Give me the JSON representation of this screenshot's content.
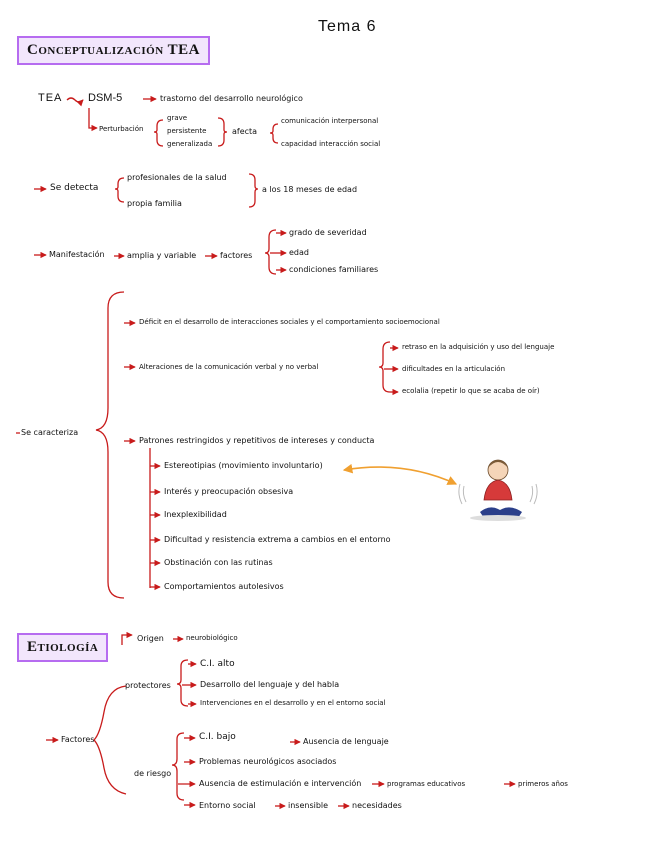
{
  "title": "Tema 6",
  "section1": {
    "heading": "Conceptualización TEA",
    "tea": "TEA",
    "dsm": "DSM-5",
    "trastorno": "trastorno del desarrollo neurológico",
    "perturbacion": "Perturbación",
    "perturbacion_items": [
      "grave",
      "persistente",
      "generalizada"
    ],
    "afecta": "afecta",
    "afecta_items": [
      "comunicación interpersonal",
      "capacidad interacción social"
    ],
    "se_detecta": "Se detecta",
    "detecta_items": [
      "profesionales de la salud",
      "propia familia"
    ],
    "meses": "a los 18 meses de edad",
    "manifestacion": "Manifestación",
    "amplia": "amplia y variable",
    "factores": "factores",
    "factores_items": [
      "grado de severidad",
      "edad",
      "condiciones familiares"
    ],
    "se_caracteriza": "Se caracteriza",
    "deficit": "Déficit en el desarrollo de interacciones sociales y el comportamiento socioemocional",
    "alteraciones": "Alteraciones de la comunicación verbal y no verbal",
    "alteraciones_items": [
      "retraso en la adquisición y uso del lenguaje",
      "dificultades en la articulación",
      "ecolalia (repetir lo que se acaba de oír)"
    ],
    "patrones": "Patrones restringidos y repetitivos de intereses y conducta",
    "patrones_items": [
      "Estereotipias (movimiento involuntario)",
      "Interés y preocupación obsesiva",
      "Inexplexibilidad",
      "Dificultad y resistencia extrema a cambios en el entorno",
      "Obstinación con las rutinas",
      "Comportamientos autolesivos"
    ]
  },
  "section2": {
    "heading": "Etiología",
    "origen": "Origen",
    "neurobiologico": "neurobiológico",
    "factores": "Factores",
    "protectores": "protectores",
    "protectores_items": [
      "C.I. alto",
      "Desarrollo del lenguaje y del habla",
      "Intervenciones en el desarrollo y en el entorno social"
    ],
    "de_riesgo": "de riesgo",
    "ci_bajo": "C.I. bajo",
    "ausencia_lenguaje": "Ausencia de lenguaje",
    "problemas": "Problemas neurológicos asociados",
    "ausencia_estimulacion": "Ausencia de estimulación e intervención",
    "programas": "programas educativos",
    "primeros": "primeros años",
    "entorno": "Entorno social",
    "insensible": "insensible",
    "necesidades": "necesidades"
  },
  "colors": {
    "arrow": "#c81b1b",
    "box_border": "#b66cf0",
    "box_fill": "#f2e6fc",
    "highlight": "#f0a030"
  },
  "icons": [
    "child-rocking-illustration"
  ]
}
